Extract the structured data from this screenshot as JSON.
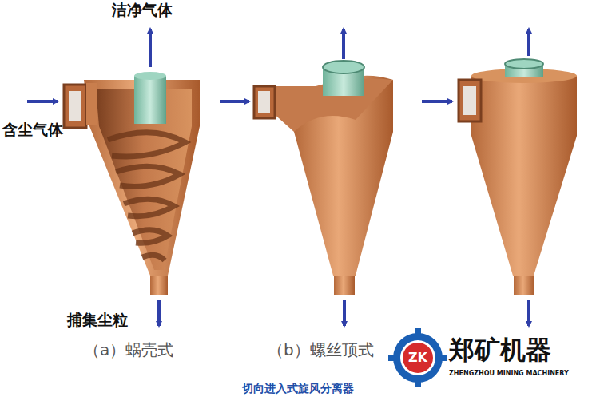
{
  "diagram": {
    "caption": "切向进入式旋风分离器",
    "labels": [
      "洁净气体",
      "含尘气体",
      "捕集尘粒",
      "（a）蜗壳式",
      "（b）螺丝顶式",
      "ZK",
      "郑矿机器",
      "ZHENGZHOU MINING MACHINERY"
    ]
  }
}
